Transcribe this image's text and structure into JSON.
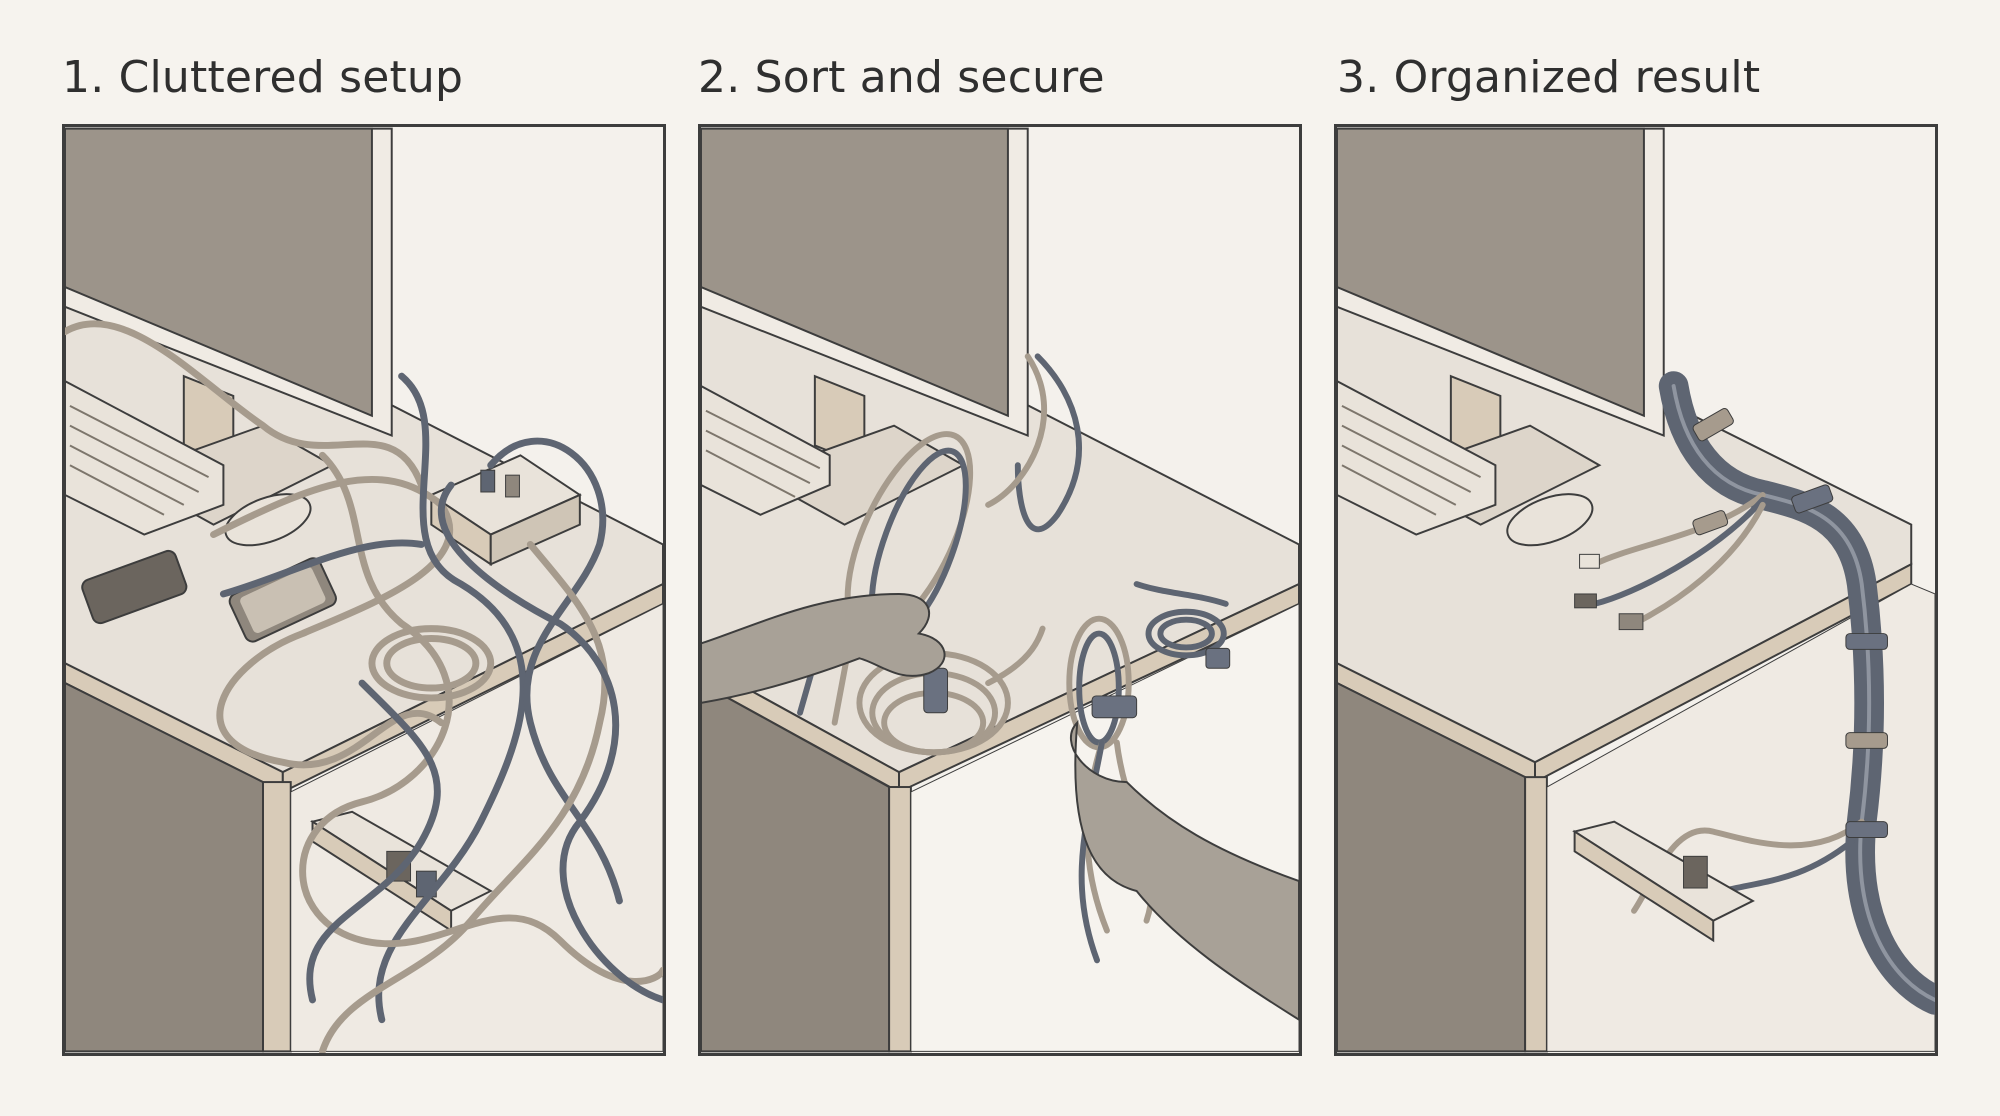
{
  "steps": [
    {
      "title": "1. Cluttered setup"
    },
    {
      "title": "2. Sort and secure"
    },
    {
      "title": "3. Organized result"
    }
  ],
  "colors": {
    "background": "#f6f3ee",
    "wall": "#9c948a",
    "desk_top": "#e7e1d9",
    "desk_edge": "#d8cbb8",
    "cable_gray": "#a69b8d",
    "cable_blue": "#5e6572",
    "strap": "#6a7180",
    "outline": "#3d3d3d"
  },
  "icons": [
    "monitor-icon",
    "keyboard-icon",
    "mouse-icon",
    "phone-icon",
    "usb-hub-icon",
    "power-strip-icon",
    "hand-icon",
    "cable-tie-icon"
  ]
}
